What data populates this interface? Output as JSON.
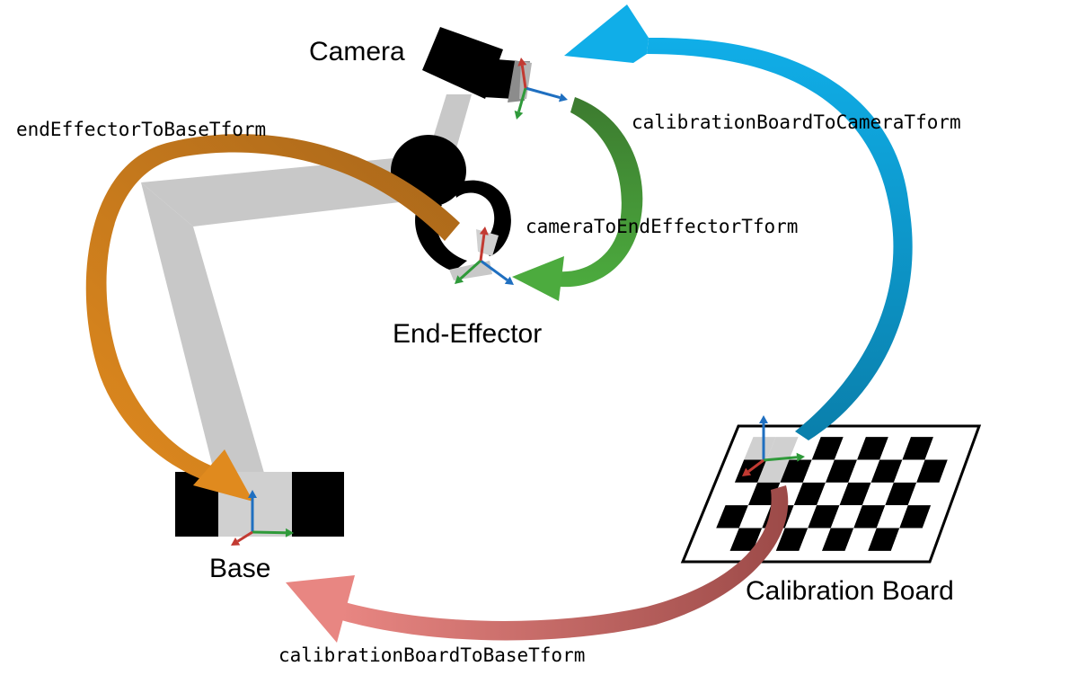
{
  "nodes": {
    "camera": "Camera",
    "end_effector": "End-Effector",
    "base": "Base",
    "calibration_board": "Calibration Board"
  },
  "transforms": {
    "end_effector_to_base": {
      "label": "endEffectorToBaseTform",
      "color": "#d8882a"
    },
    "calibration_board_to_camera": {
      "label": "calibrationBoardToCameraTform",
      "color": "#0a9ad6"
    },
    "camera_to_end_effector": {
      "label": "cameraToEndEffectorTform",
      "color": "#4a9a3c"
    },
    "calibration_board_to_base": {
      "label": "calibrationBoardToBaseTform",
      "color": "#e07a78"
    }
  },
  "axis_colors": {
    "x": "#2f9a3a",
    "y": "#c23a32",
    "z": "#1f6fc0"
  },
  "robot_color": "#c8c8c8"
}
